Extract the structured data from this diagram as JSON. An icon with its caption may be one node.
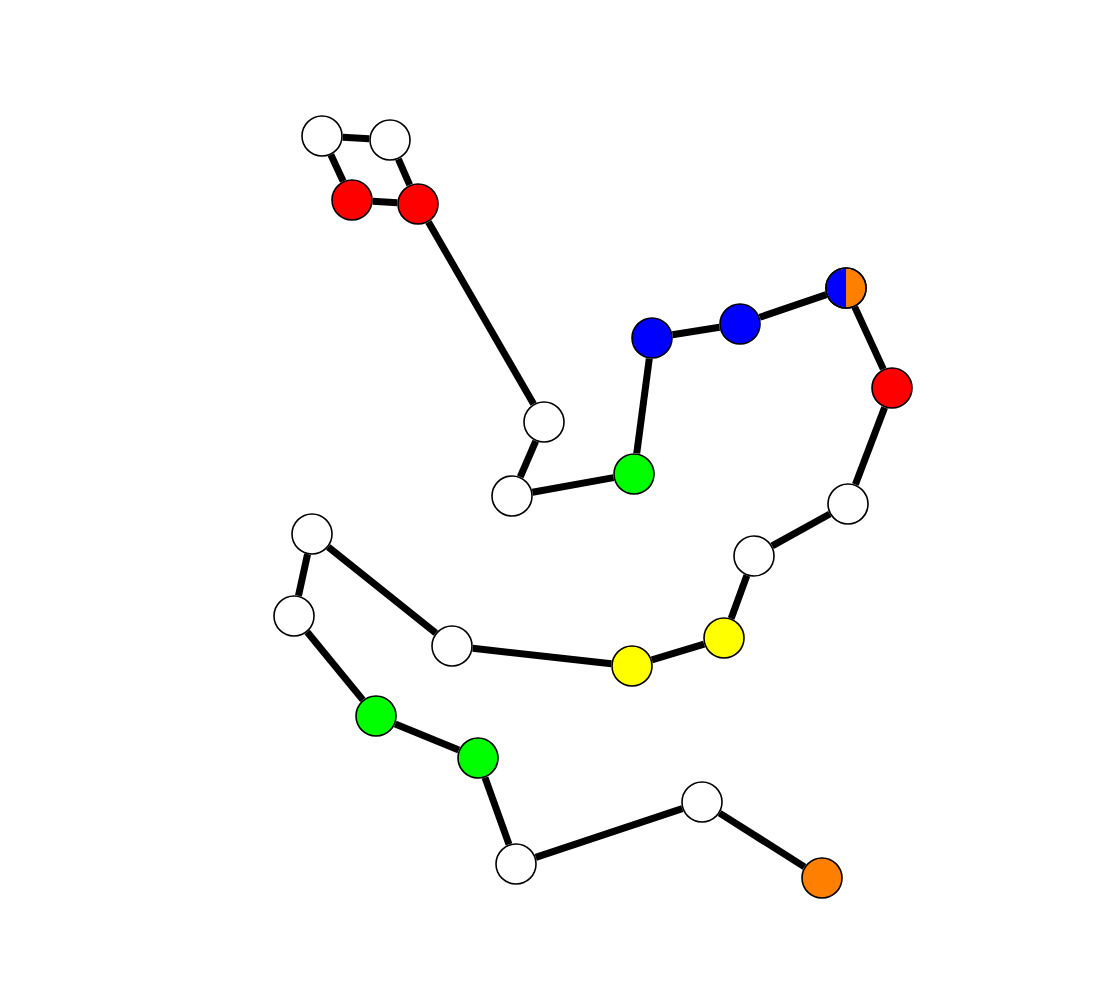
{
  "diagram": {
    "nodes": [
      {
        "text": [],
        "shape": "circle"
      },
      {
        "text": [],
        "shape": "circle"
      },
      {
        "text": [],
        "shape": "circle"
      },
      {
        "text": [],
        "shape": "circle"
      },
      {
        "text": [],
        "shape": "circle"
      },
      {
        "text": [],
        "shape": "circle"
      },
      {
        "text": [],
        "shape": "circle"
      },
      {
        "text": [],
        "shape": "circle"
      },
      {
        "text": [],
        "shape": "circle"
      },
      {
        "text": [],
        "shape": "circle"
      },
      {
        "text": [],
        "shape": "circle"
      },
      {
        "text": [],
        "shape": "circle"
      },
      {
        "text": [],
        "shape": "circle"
      },
      {
        "text": [],
        "shape": "circle"
      },
      {
        "text": [],
        "shape": "circle"
      },
      {
        "text": [],
        "shape": "circle"
      },
      {
        "text": [],
        "shape": "circle"
      },
      {
        "text": [],
        "shape": "circle"
      },
      {
        "text": [],
        "shape": "circle"
      },
      {
        "text": [],
        "shape": "circle"
      },
      {
        "text": [],
        "shape": "circle"
      },
      {
        "text": [],
        "shape": "circle"
      },
      {
        "text": [],
        "shape": "circle"
      }
    ],
    "edges": [
      {
        "from": 0,
        "to": 1,
        "arrow": "none"
      },
      {
        "from": 0,
        "to": 2,
        "arrow": "none"
      },
      {
        "from": 1,
        "to": 3,
        "arrow": "none"
      },
      {
        "from": 2,
        "to": 3,
        "arrow": "none"
      },
      {
        "from": 3,
        "to": 8,
        "arrow": "none"
      },
      {
        "from": 8,
        "to": 10,
        "arrow": "none"
      },
      {
        "from": 10,
        "to": 9,
        "arrow": "none"
      },
      {
        "from": 9,
        "to": 6,
        "arrow": "none"
      },
      {
        "from": 6,
        "to": 5,
        "arrow": "none"
      },
      {
        "from": 5,
        "to": 4,
        "arrow": "none"
      },
      {
        "from": 4,
        "to": 7,
        "arrow": "none"
      },
      {
        "from": 7,
        "to": 11,
        "arrow": "none"
      },
      {
        "from": 11,
        "to": 13,
        "arrow": "none"
      },
      {
        "from": 13,
        "to": 15,
        "arrow": "none"
      },
      {
        "from": 15,
        "to": 17,
        "arrow": "none"
      },
      {
        "from": 17,
        "to": 16,
        "arrow": "none"
      },
      {
        "from": 16,
        "to": 12,
        "arrow": "none"
      },
      {
        "from": 12,
        "to": 14,
        "arrow": "none"
      },
      {
        "from": 14,
        "to": 18,
        "arrow": "none"
      },
      {
        "from": 18,
        "to": 19,
        "arrow": "none"
      },
      {
        "from": 19,
        "to": 21,
        "arrow": "none"
      },
      {
        "from": 21,
        "to": 20,
        "arrow": "none"
      },
      {
        "from": 20,
        "to": 22,
        "arrow": "none"
      }
    ]
  }
}
